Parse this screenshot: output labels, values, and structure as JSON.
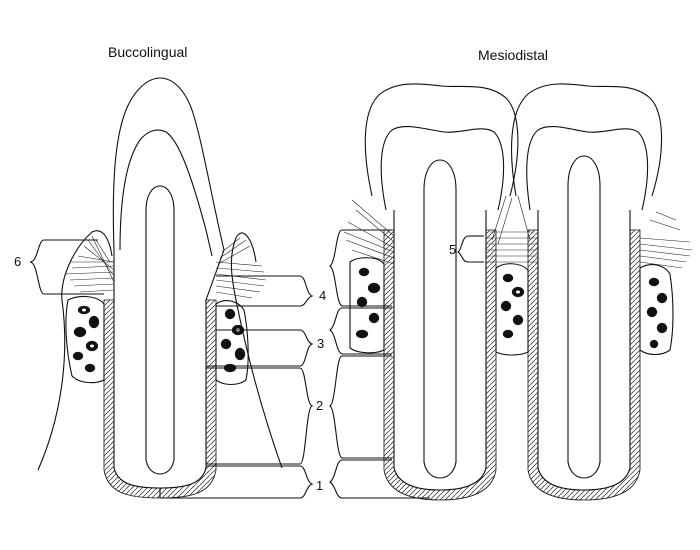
{
  "titles": {
    "left": "Buccolingual",
    "right": "Mesiodistal"
  },
  "numbers": {
    "n1": "1",
    "n2": "2",
    "n3": "3",
    "n4": "4",
    "n5": "5",
    "n6": "6"
  },
  "colors": {
    "ink": "#111111",
    "paper": "#ffffff"
  }
}
